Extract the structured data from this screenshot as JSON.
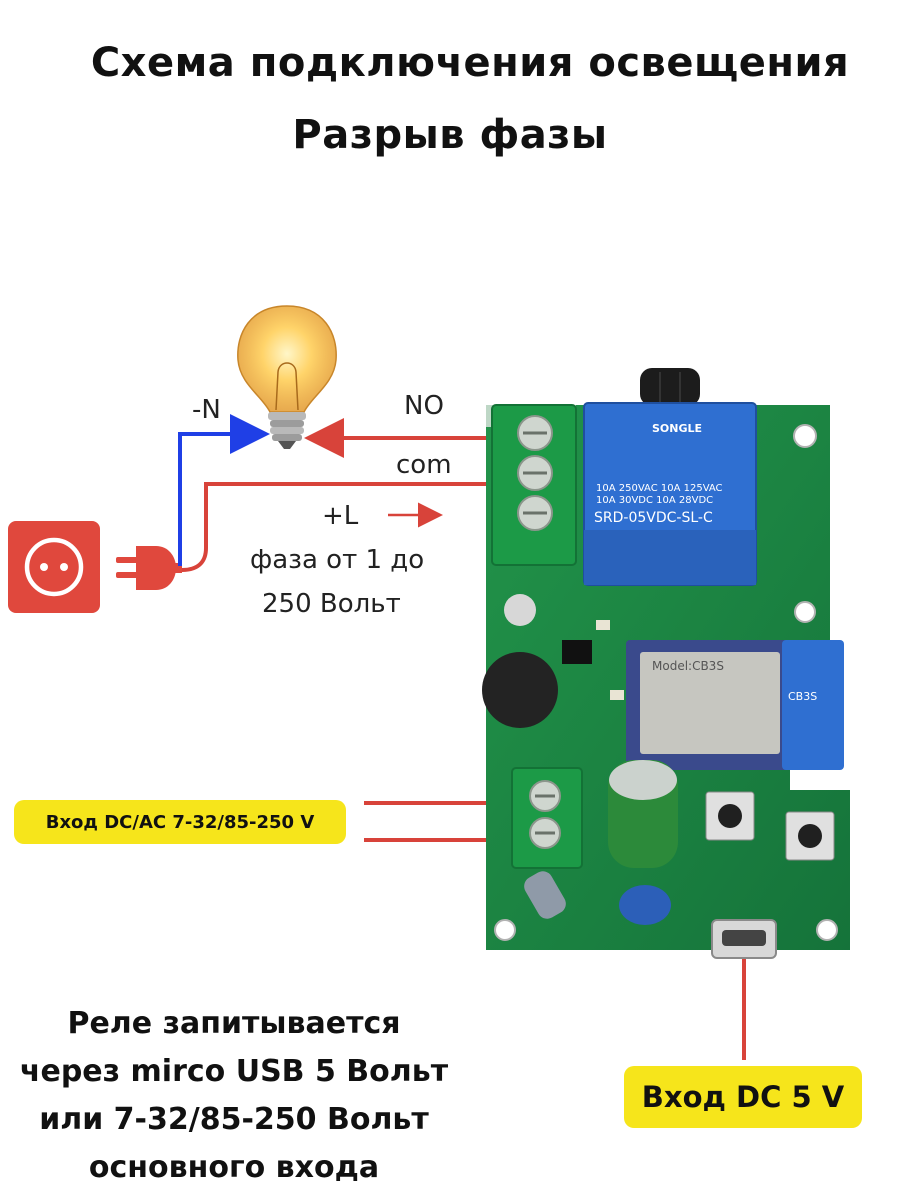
{
  "title": {
    "line1": "Схема подключения освещения",
    "line2": "Разрыв фазы"
  },
  "wires": {
    "neutral_label": "-N",
    "no_label": "NO",
    "com_label": "com",
    "line_label": "+L",
    "phase_line1": "фаза от 1 до",
    "phase_line2": "250 Вольт"
  },
  "inputs": {
    "main_input_label": "Вход DC/AC 7-32/85-250 V",
    "usb_input_label": "Вход DC 5 V"
  },
  "note": {
    "line1": "Реле запитывается",
    "line2": "через mirco USB 5 Вольт",
    "line3": "или 7-32/85-250 Вольт",
    "line4": "основного входа"
  },
  "relay": {
    "brand": "SONGLE",
    "rating1": "10A 250VAC  10A 125VAC",
    "rating2": "10A 30VDC  10A 28VDC",
    "model": "SRD-05VDC-SL-C"
  },
  "module": {
    "model": "Model:CB3S",
    "antenna": "CB3S"
  },
  "colors": {
    "phase_wire": "#d8433a",
    "neutral_wire": "#1f3fe6",
    "pcb": "#1f8a3b",
    "terminal": "#1c9a47",
    "relay": "#2f6fd1",
    "socket": "#e0483d",
    "badge": "#f6e51b"
  },
  "icons": {
    "bulb": "light-bulb-icon",
    "socket": "wall-socket-icon",
    "plug": "power-plug-icon"
  }
}
